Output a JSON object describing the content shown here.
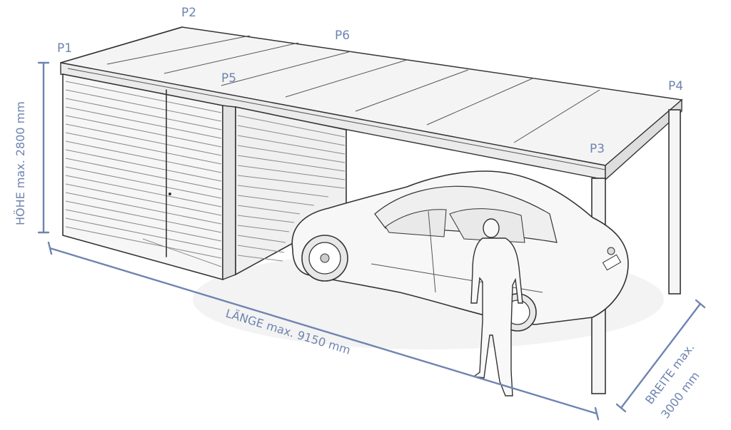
{
  "diagram": {
    "points": {
      "p1": "P1",
      "p2": "P2",
      "p3": "P3",
      "p4": "P4",
      "p5": "P5",
      "p6": "P6"
    },
    "dimensions": {
      "height": "HÖHE max. 2800 mm",
      "length": "LÄNGE max. 9150 mm",
      "width_line1": "BREITE max.",
      "width_line2": "3000 mm"
    },
    "colors": {
      "dimension": "#6f84b0",
      "outline": "#333333",
      "background": "#ffffff"
    }
  }
}
